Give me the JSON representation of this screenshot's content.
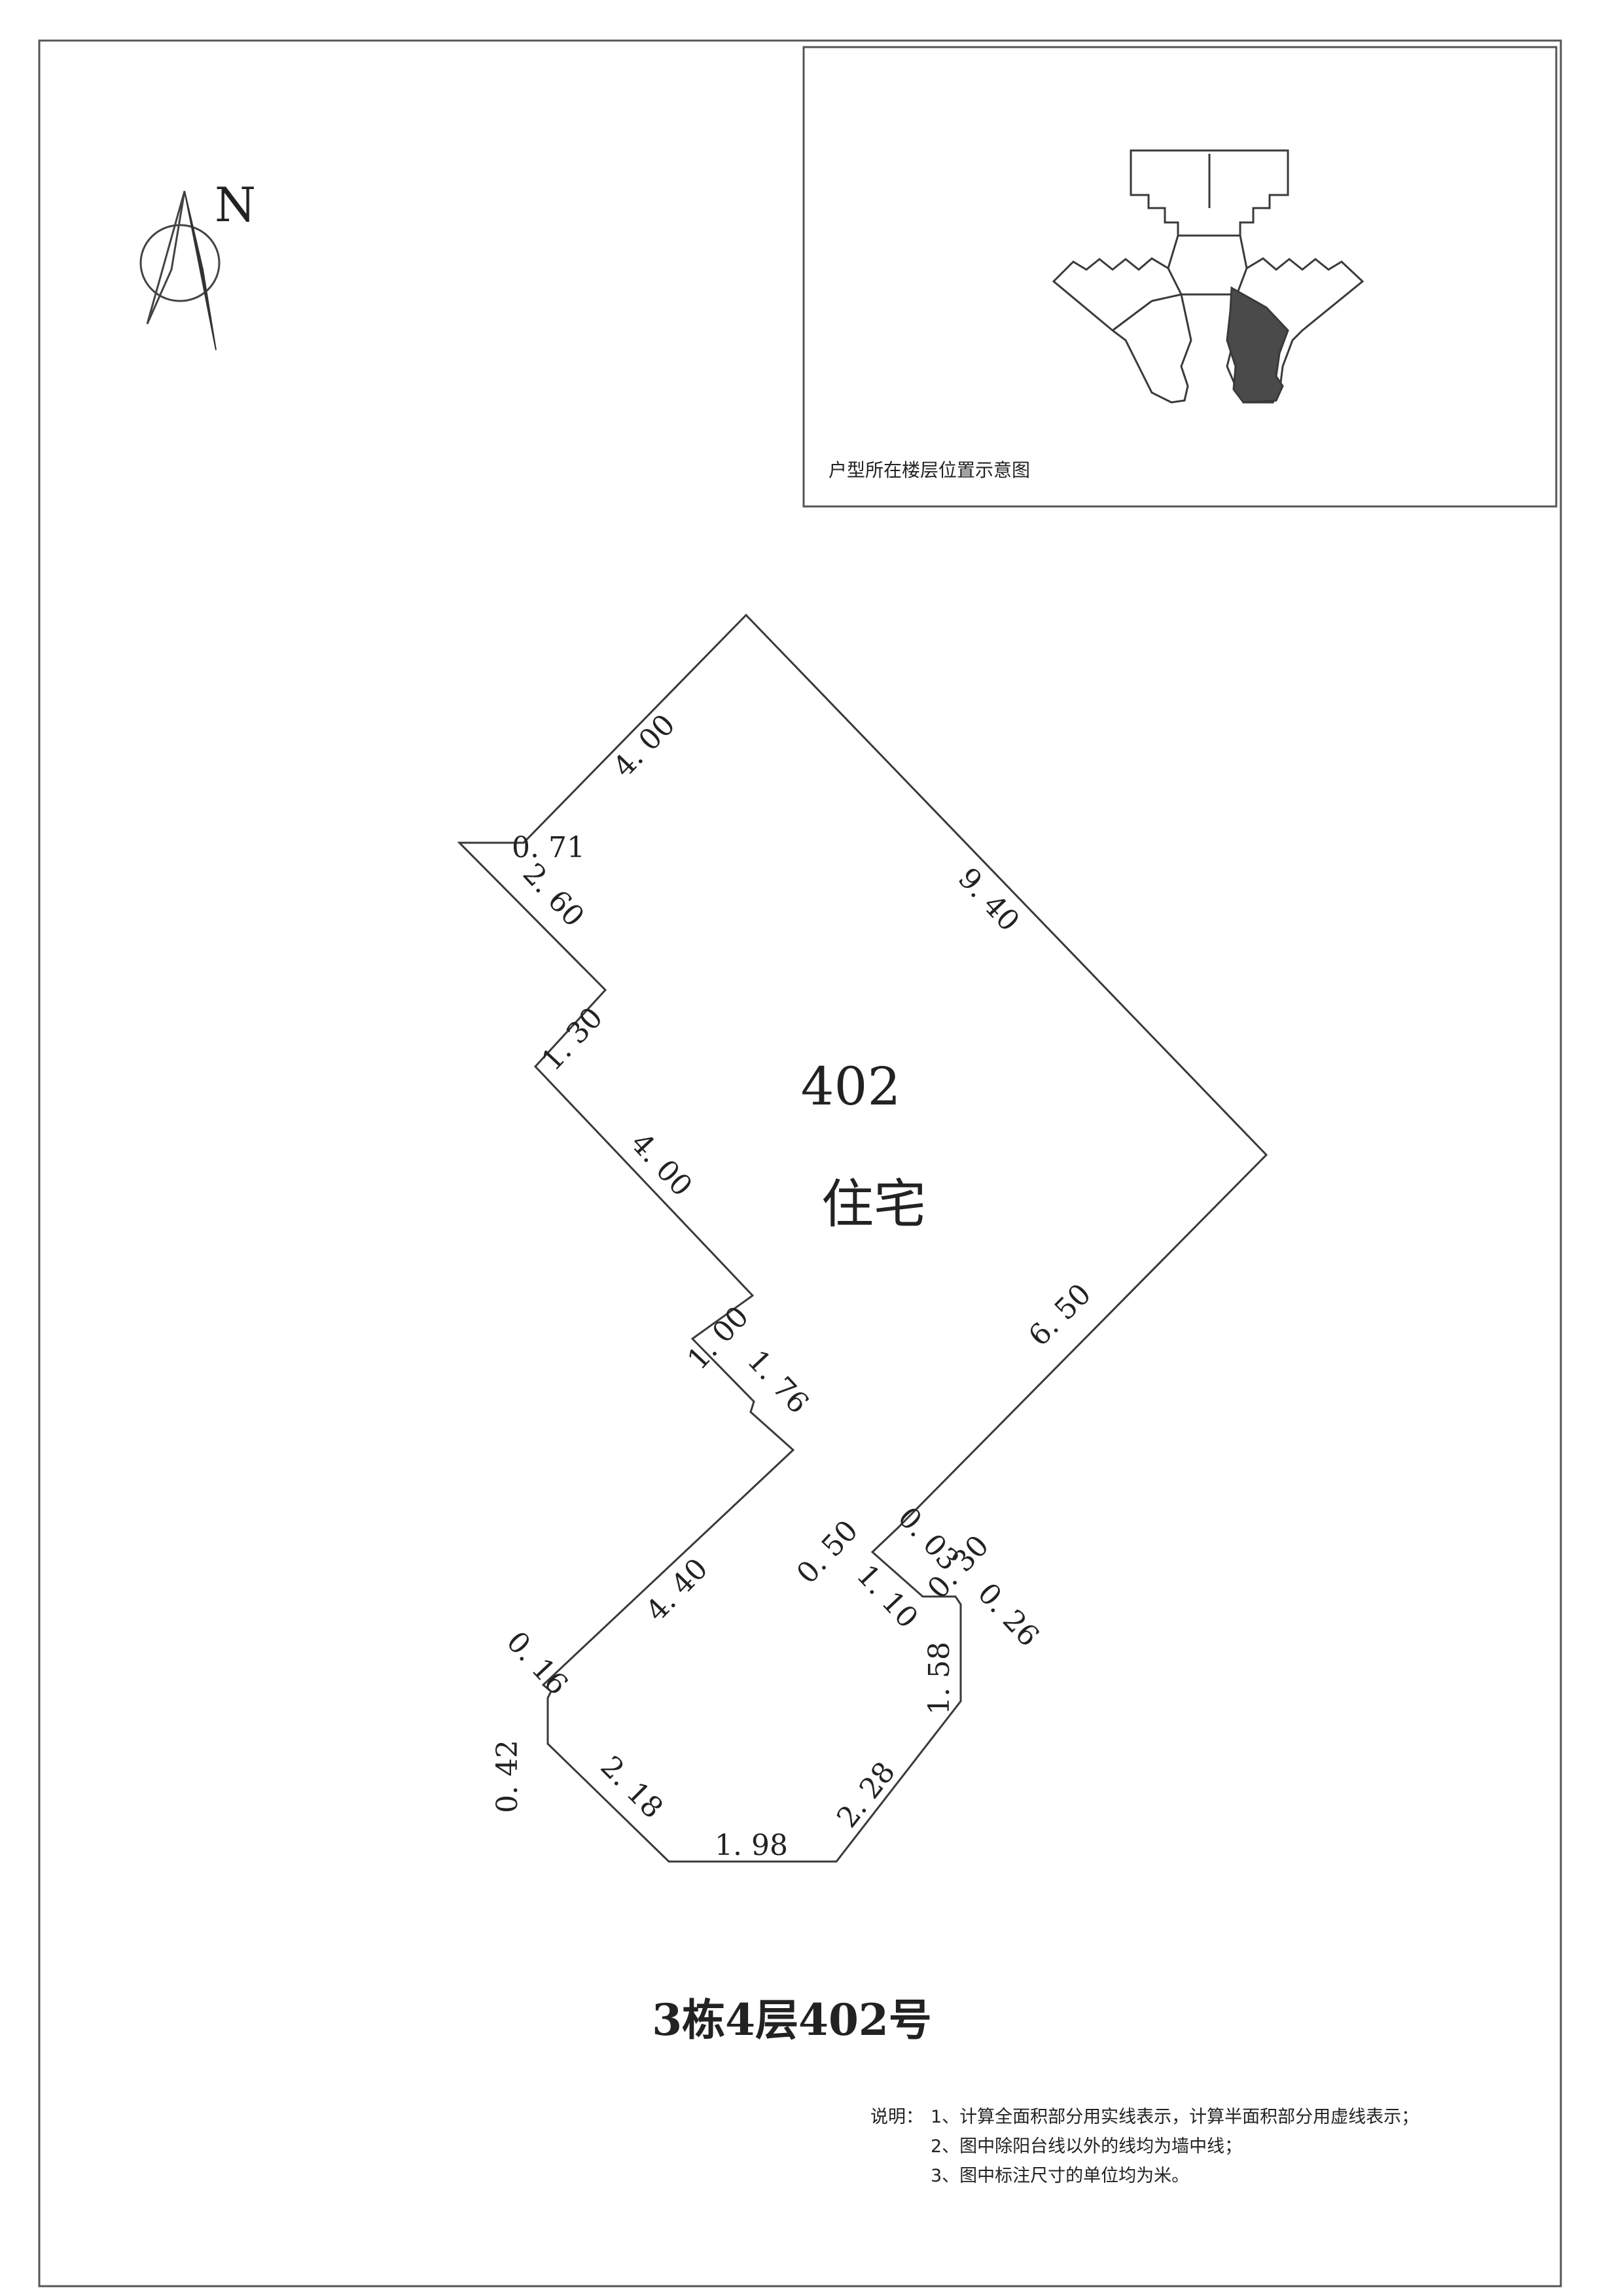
{
  "compass": {
    "north_label": "N"
  },
  "key_plan": {
    "caption": "户型所在楼层位置示意图"
  },
  "unit": {
    "number": "402",
    "use": "住宅"
  },
  "dimensions": {
    "d_4_00_top": "4. 00",
    "d_0_71": "0. 71",
    "d_2_60": "2. 60",
    "d_1_30": "1. 30",
    "d_4_00_mid": "4. 00",
    "d_1_00": "1. 00",
    "d_1_76": "1. 76",
    "d_4_40": "4. 40",
    "d_0_16": "0. 16",
    "d_0_42": "0. 42",
    "d_2_18": "2. 18",
    "d_1_98": "1. 98",
    "d_2_28": "2. 28",
    "d_1_58": "1. 58",
    "d_0_26": "0. 26",
    "d_0_30": "0. 30",
    "d_0_03": "0. 03",
    "d_1_10": "1. 10",
    "d_0_50": "0. 50",
    "d_6_50": "6. 50",
    "d_9_40": "9. 40"
  },
  "title": "3栋4层402号",
  "notes": {
    "label": "说明：",
    "line1": "1、计算全面积部分用实线表示，计算半面积部分用虚线表示；",
    "line2": "2、图中除阳台线以外的线均为墙中线；",
    "line3": "3、图中标注尺寸的单位均为米。"
  },
  "colors": {
    "line": "#3a3a3a",
    "highlight": "#4a4a4a",
    "frame": "#555555"
  }
}
